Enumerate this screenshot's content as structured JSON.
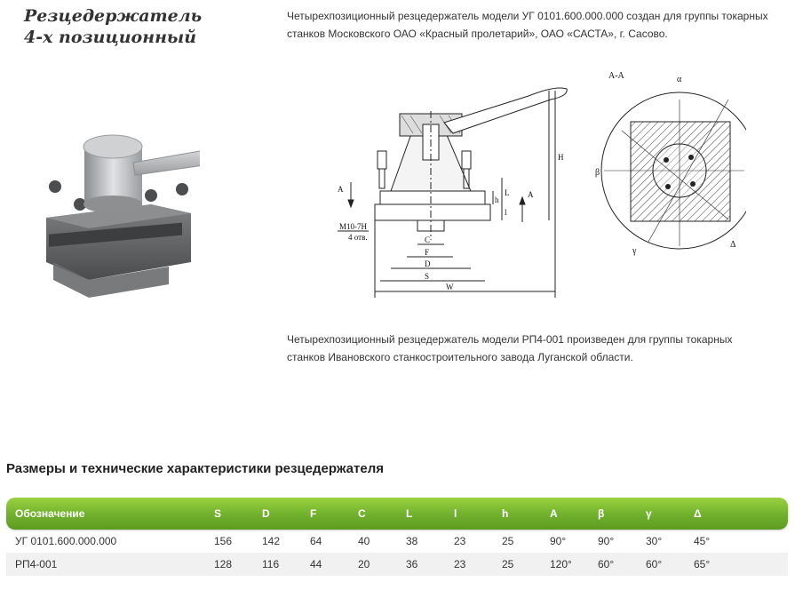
{
  "page": {
    "title_line1": "Резцедержатель",
    "title_line2": "4-х позиционный",
    "desc1": "Четырехпозиционный резцедержатель модели УГ 0101.600.000.000 создан для группы токарных станков Московского ОАО «Красный пролетарий», ОАО «САСТА», г. Сасово.",
    "desc2": "Четырехпозиционный резцедержатель модели РП4-001 произведен для группы токарных станков Ивановского станкостроительного завода Луганской области.",
    "section_title": "Размеры и технические характеристики резцедержателя"
  },
  "drawing": {
    "labels": {
      "A_left": "A",
      "A_right": "A",
      "thread": "M10-7H",
      "holes": "4 отв.",
      "H": "H",
      "L": "L",
      "h": "h",
      "l": "l",
      "C": "C",
      "F": "F",
      "D": "D",
      "S": "S",
      "W": "W"
    }
  },
  "section_view": {
    "labels": {
      "AA": "A-A",
      "alpha": "α",
      "beta": "β",
      "gamma": "γ",
      "delta": "Δ"
    }
  },
  "table": {
    "headers": [
      "Обозначение",
      "S",
      "D",
      "F",
      "C",
      "L",
      "l",
      "h",
      "A",
      "β",
      "γ",
      "Δ"
    ],
    "rows": [
      [
        "УГ 0101.600.000.000",
        "156",
        "142",
        "64",
        "40",
        "38",
        "23",
        "25",
        "90°",
        "90°",
        "30°",
        "45°"
      ],
      [
        "РП4-001",
        "128",
        "116",
        "44",
        "20",
        "36",
        "23",
        "25",
        "120°",
        "60°",
        "60°",
        "65°"
      ]
    ]
  }
}
